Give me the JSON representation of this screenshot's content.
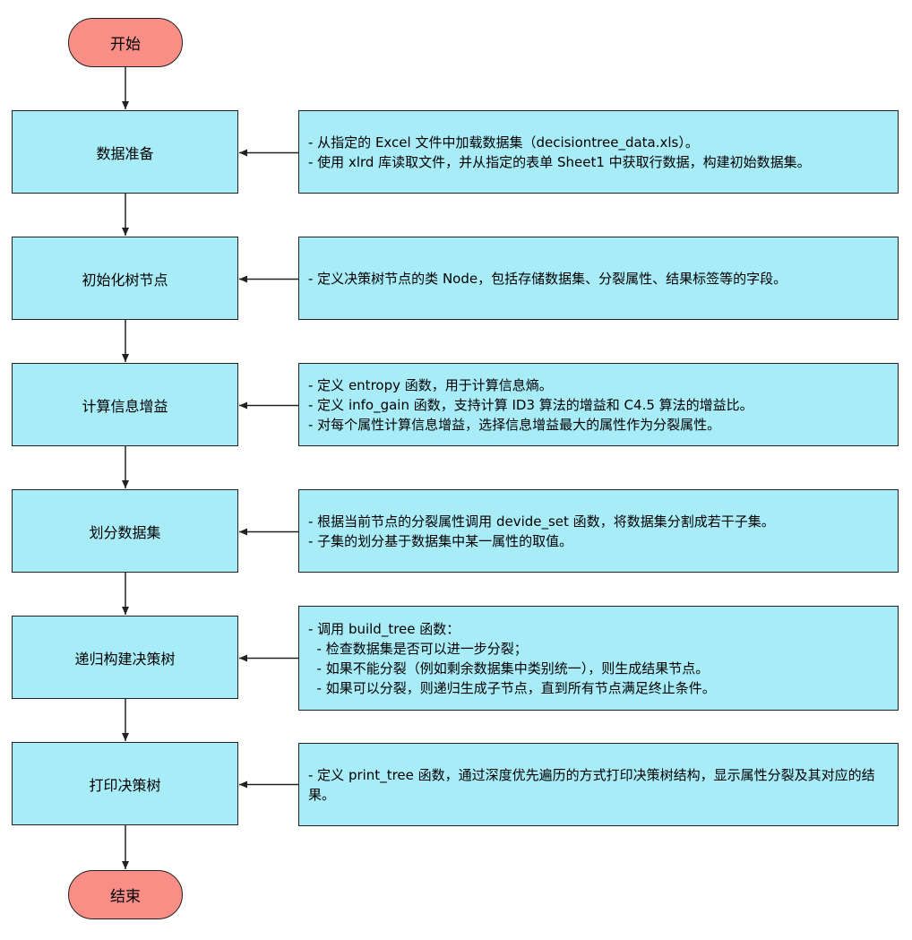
{
  "start": {
    "label": "开始"
  },
  "end": {
    "label": "结束"
  },
  "colors": {
    "terminal_fill": "#f98e86",
    "box_fill": "#a8ecf8",
    "stroke": "#222222"
  },
  "steps": [
    {
      "label": "数据准备",
      "notes": [
        "- 从指定的 Excel 文件中加载数据集（decisiontree_data.xls）。",
        "- 使用 xlrd 库读取文件，并从指定的表单 Sheet1 中获取行数据，构建初始数据集。"
      ]
    },
    {
      "label": "初始化树节点",
      "notes": [
        "- 定义决策树节点的类 Node，包括存储数据集、分裂属性、结果标签等的字段。"
      ]
    },
    {
      "label": "计算信息增益",
      "notes": [
        "- 定义 entropy 函数，用于计算信息熵。",
        "- 定义 info_gain 函数，支持计算 ID3 算法的增益和 C4.5 算法的增益比。",
        "- 对每个属性计算信息增益，选择信息增益最大的属性作为分裂属性。"
      ]
    },
    {
      "label": "划分数据集",
      "notes": [
        "- 根据当前节点的分裂属性调用 devide_set 函数，将数据集分割成若干子集。",
        "- 子集的划分基于数据集中某一属性的取值。"
      ]
    },
    {
      "label": "递归构建决策树",
      "notes": [
        "- 调用 build_tree 函数：",
        "  - 检查数据集是否可以进一步分裂；",
        "  - 如果不能分裂（例如剩余数据集中类别统一），则生成结果节点。",
        "  - 如果可以分裂，则递归生成子节点，直到所有节点满足终止条件。"
      ]
    },
    {
      "label": "打印决策树",
      "notes": [
        "- 定义 print_tree 函数，通过深度优先遍历的方式打印决策树结构，显示属性分裂及其对应的结果。"
      ]
    }
  ]
}
